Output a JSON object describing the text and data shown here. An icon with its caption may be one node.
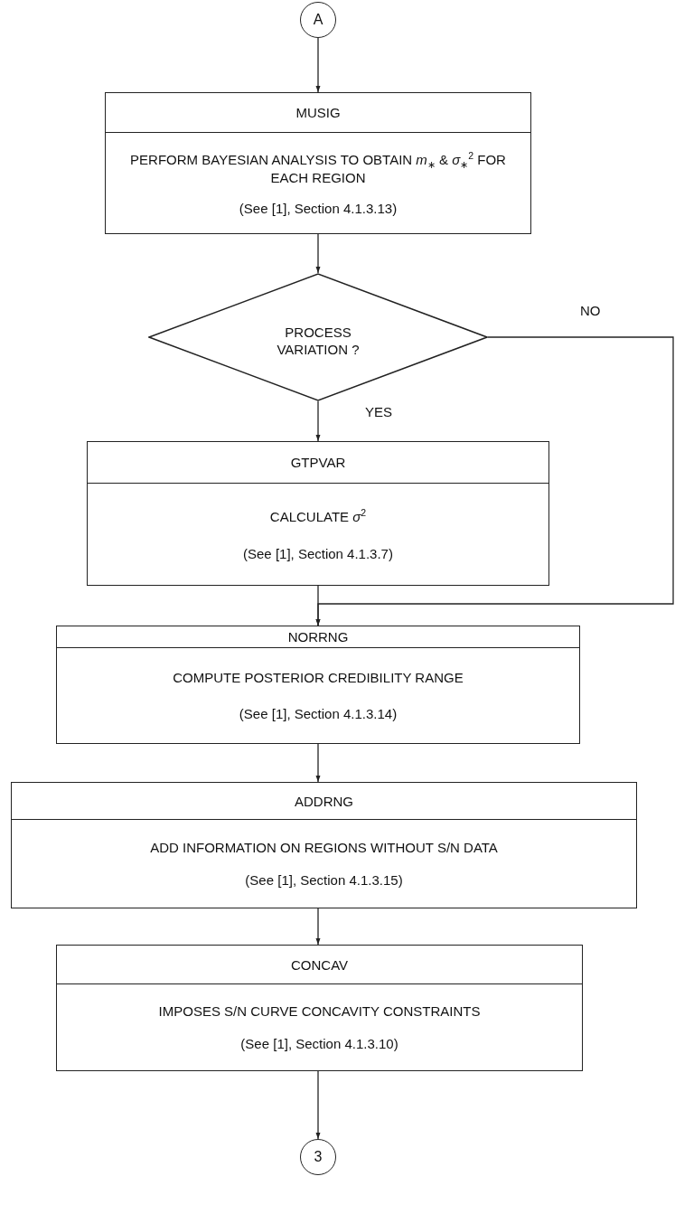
{
  "diagram": {
    "nodes": [
      {
        "text": [
          "A"
        ]
      },
      {
        "text": [
          "MUSIG",
          "PERFORM BAYESIAN ANALYSIS TO OBTAIN *m*$_{∗}$ & *σ*$_{∗}$$^{2}$ FOR EACH REGION",
          "(See [1], Section 4.1.3.13)"
        ]
      },
      {
        "text": [
          "PROCESS VARIATION ?"
        ]
      },
      {
        "text": [
          "GTPVAR",
          "CALCULATE *σ*$^{2}$",
          "(See [1], Section 4.1.3.7)"
        ]
      },
      {
        "text": [
          "NORRNG",
          "COMPUTE POSTERIOR CREDIBILITY RANGE",
          "(See [1], Section 4.1.3.14)"
        ]
      },
      {
        "text": [
          "ADDRNG",
          "ADD INFORMATION ON REGIONS WITHOUT S/N DATA",
          "(See [1], Section 4.1.3.15)"
        ]
      },
      {
        "text": [
          "CONCAV",
          "IMPOSES S/N CURVE CONCAVITY CONSTRAINTS",
          "(See [1], Section 4.1.3.10)"
        ]
      },
      {
        "text": [
          "3"
        ]
      }
    ],
    "edges": [
      {
        "from": 0,
        "to": 1,
        "arrow": "to"
      },
      {
        "from": 1,
        "to": 2,
        "arrow": "to"
      },
      {
        "from": 2,
        "to": 3,
        "arrow": "to",
        "label": "YES"
      },
      {
        "from": 2,
        "to": 4,
        "arrow": "to",
        "label": "NO"
      },
      {
        "from": 3,
        "to": 4,
        "arrow": "to"
      },
      {
        "from": 4,
        "to": 5,
        "arrow": "to"
      },
      {
        "from": 5,
        "to": 6,
        "arrow": "to"
      },
      {
        "from": 6,
        "to": 7,
        "arrow": "to"
      }
    ]
  }
}
